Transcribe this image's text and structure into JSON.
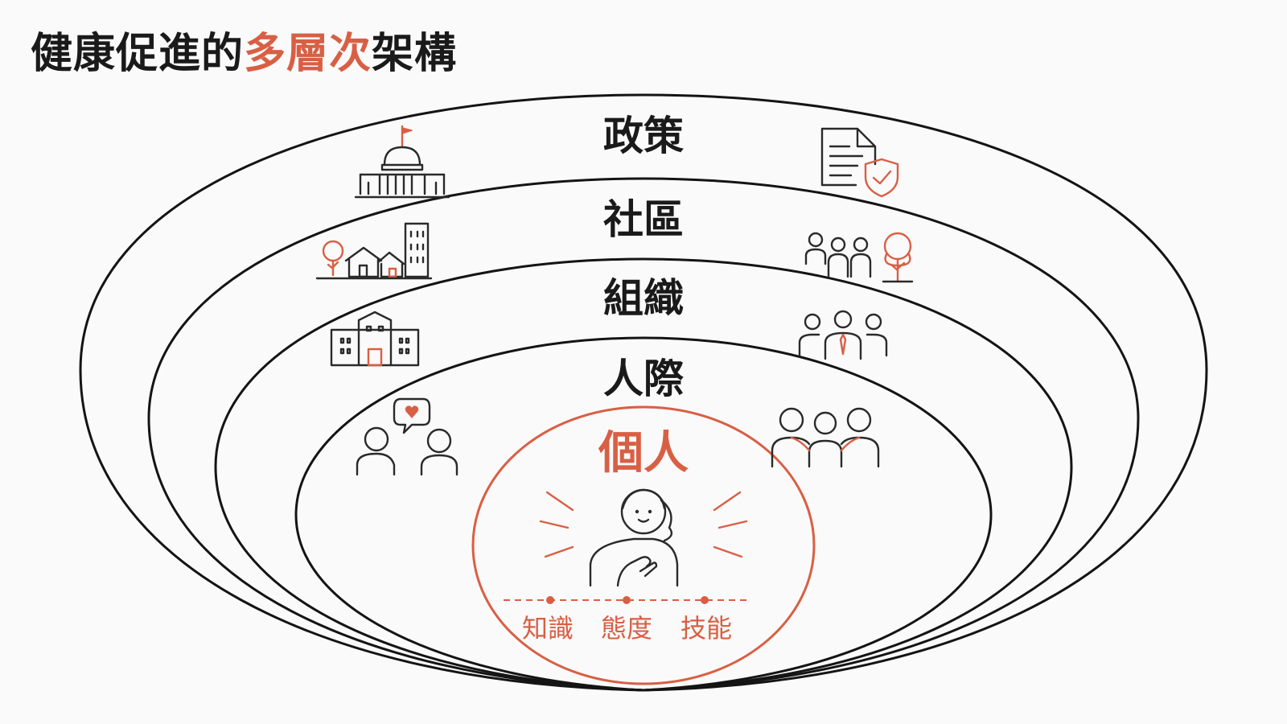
{
  "title": {
    "part1": "健康促進的",
    "part2": "多層次",
    "part3": "架構"
  },
  "layers": [
    {
      "label": "政策",
      "icons": [
        "capitol-building-icon",
        "policy-document-shield-icon"
      ]
    },
    {
      "label": "社區",
      "icons": [
        "town-houses-icon",
        "community-people-tree-icon"
      ]
    },
    {
      "label": "組織",
      "icons": [
        "organization-building-icon",
        "team-leader-icon"
      ]
    },
    {
      "label": "人際",
      "icons": [
        "conversation-heart-icon",
        "group-support-icon"
      ]
    },
    {
      "label": "個人",
      "icons": [
        "person-hand-on-heart-icon"
      ]
    }
  ],
  "individual_traits": [
    "知識",
    "態度",
    "技能"
  ],
  "colors": {
    "accent": "#d95f44",
    "ink": "#1a1a1a",
    "background": "#fafafa"
  }
}
